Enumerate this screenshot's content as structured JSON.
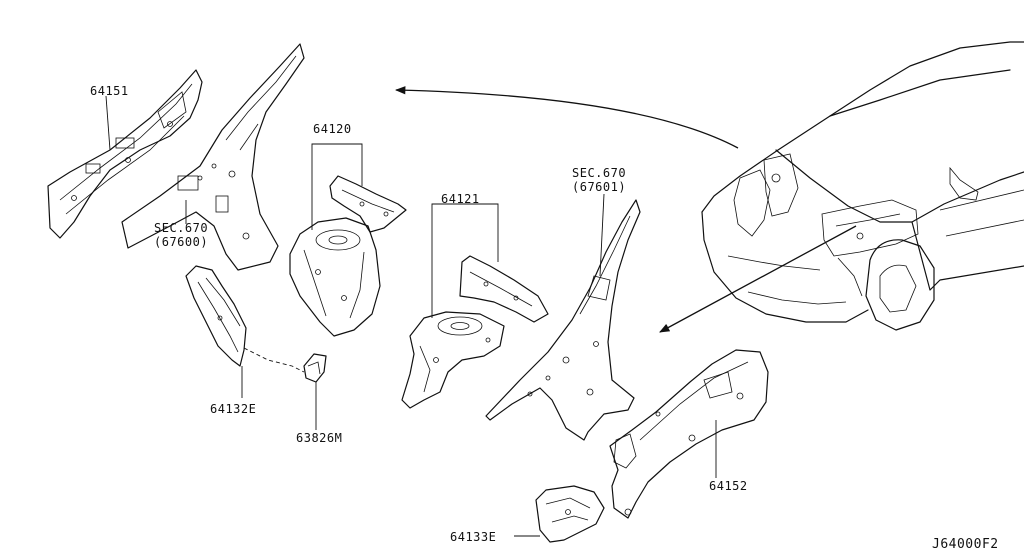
{
  "labels": {
    "p64151": "64151",
    "sec670_left": "SEC.670",
    "sec670_left_ref": "(67600)",
    "p64120": "64120",
    "p64121": "64121",
    "sec670_right": "SEC.670",
    "sec670_right_ref": "(67601)",
    "p64132e": "64132E",
    "p63826m": "63826M",
    "p64152": "64152",
    "p64133e": "64133E",
    "diagram_id": "J64000F2"
  },
  "colors": {
    "line": "#111111",
    "background": "#ffffff"
  }
}
